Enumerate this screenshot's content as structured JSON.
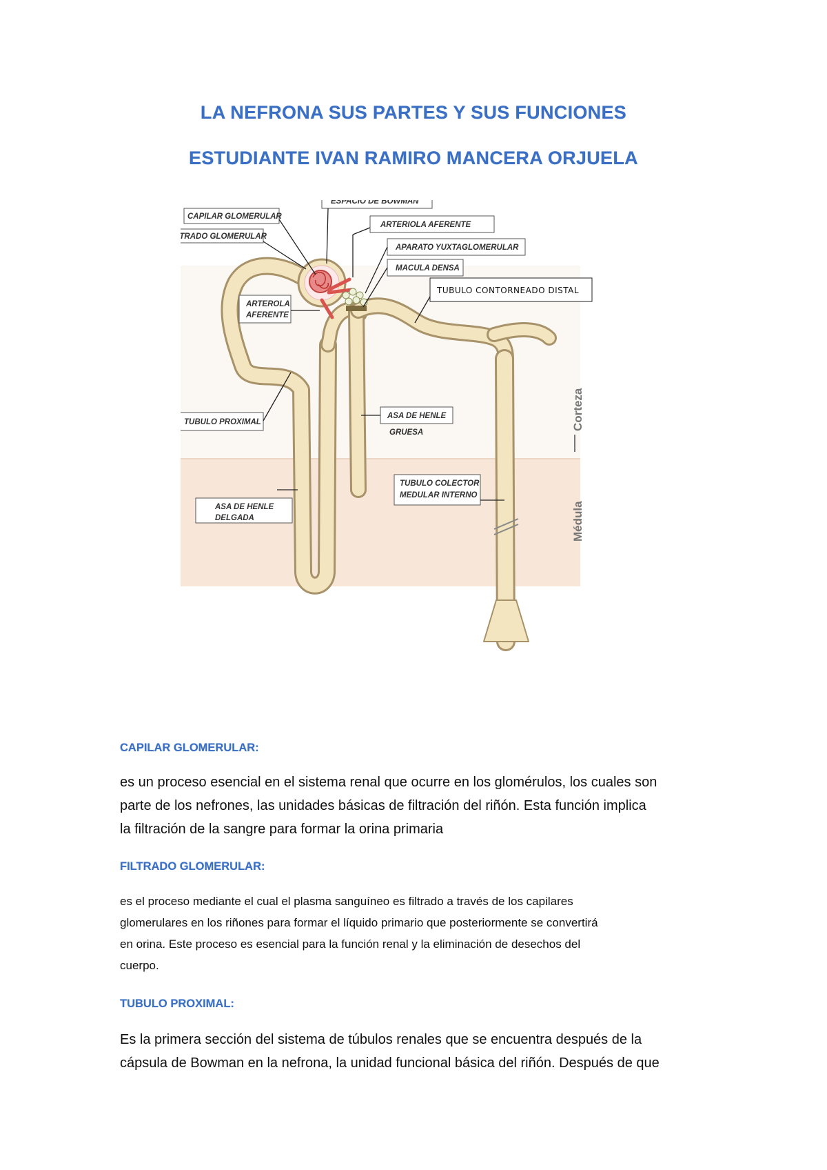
{
  "document": {
    "title": "LA NEFRONA SUS PARTES Y SUS FUNCIONES",
    "author": "ESTUDIANTE IVAN RAMIRO MANCERA ORJUELA"
  },
  "diagram": {
    "labels": {
      "espacio_bowman": "ESPACIO DE BOWMAN",
      "capilar_glomerular": "CAPILAR GLOMERULAR",
      "arteriola_aferente_top": "ARTERIOLA AFERENTE",
      "filtrado_glomerular": "FILTRADO GLOMERULAR",
      "aparato_yuxtaglomerular": "APARATO YUXTAGLOMERULAR",
      "macula_densa": "MACULA DENSA",
      "tubulo_distal": "TUBULO CONTORNEADO  DISTAL",
      "arterola": "ARTEROLA",
      "aferente": "AFERENTE",
      "tubulo_proximal": "TUBULO PROXIMAL",
      "asa_henle": "ASA DE HENLE",
      "gruesa": "GRUESA",
      "tubulo_colector_1": "TUBULO COLECTOR",
      "tubulo_colector_2": "MEDULAR INTERNO",
      "asa_delgada_1": "ASA DE HENLE",
      "asa_delgada_2": "DELGADA",
      "corteza": "Corteza",
      "medula": "Médula",
      "stray_mark": "("
    }
  },
  "sections": [
    {
      "heading": "CAPILAR GLOMERULAR:",
      "lines": [
        "es un proceso esencial en el sistema renal que ocurre en los glomérulos, los cuales son",
        "parte de los nefrones, las unidades básicas de filtración del riñón. Esta función implica",
        "la filtración de la sangre para formar la orina primaria"
      ]
    },
    {
      "heading": "FILTRADO GLOMERULAR:",
      "lines": [
        "es el proceso mediante el cual el plasma sanguíneo es filtrado a través de los capilares",
        "glomerulares en los riñones para formar el líquido primario que posteriormente se convertirá",
        "en orina. Este proceso es esencial para la función renal y la eliminación de desechos del",
        "cuerpo."
      ]
    },
    {
      "heading": "TUBULO PROXIMAL:",
      "lines": [
        "Es la primera sección del sistema de túbulos renales que se encuentra después de la",
        "cápsula de Bowman en la nefrona, la unidad funcional básica del riñón. Después de que"
      ]
    }
  ],
  "colors": {
    "heading_blue": "#3a6fc4",
    "tubule_fill": "#f2e2b8",
    "tubule_stroke": "#b8a47a",
    "cortex_bg": "#faf4ee",
    "medulla_bg": "#f8e8dc",
    "glomerulus": "#d9534f"
  }
}
